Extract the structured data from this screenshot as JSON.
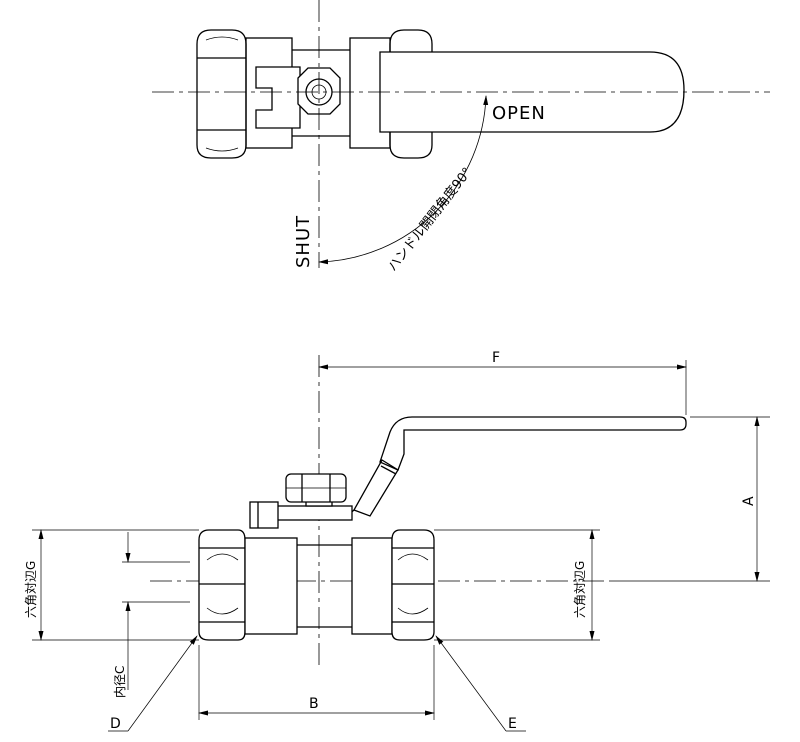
{
  "top_view": {
    "open_label": "OPEN",
    "shut_label": "SHUT",
    "angle_label": "ハンドル開閉角度90°"
  },
  "dimensions": {
    "a": "A",
    "b": "B",
    "c": "内径C",
    "d": "D",
    "e": "E",
    "f": "F",
    "g_left": "六角対辺G",
    "g_right": "六角対辺G"
  }
}
